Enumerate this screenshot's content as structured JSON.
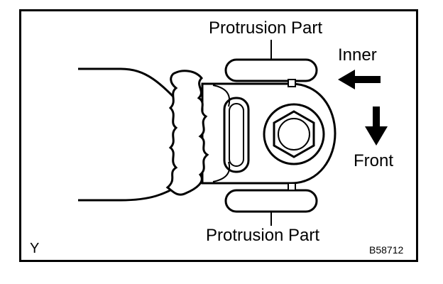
{
  "labels": {
    "protrusion_top": "Protrusion Part",
    "protrusion_bottom": "Protrusion Part",
    "inner": "Inner",
    "front": "Front",
    "view": "Y",
    "figure_code": "B58712"
  },
  "icons": {
    "inner_arrow": "arrow-left-icon",
    "front_arrow": "arrow-down-icon"
  },
  "colors": {
    "line": "#000000",
    "background": "#ffffff"
  }
}
